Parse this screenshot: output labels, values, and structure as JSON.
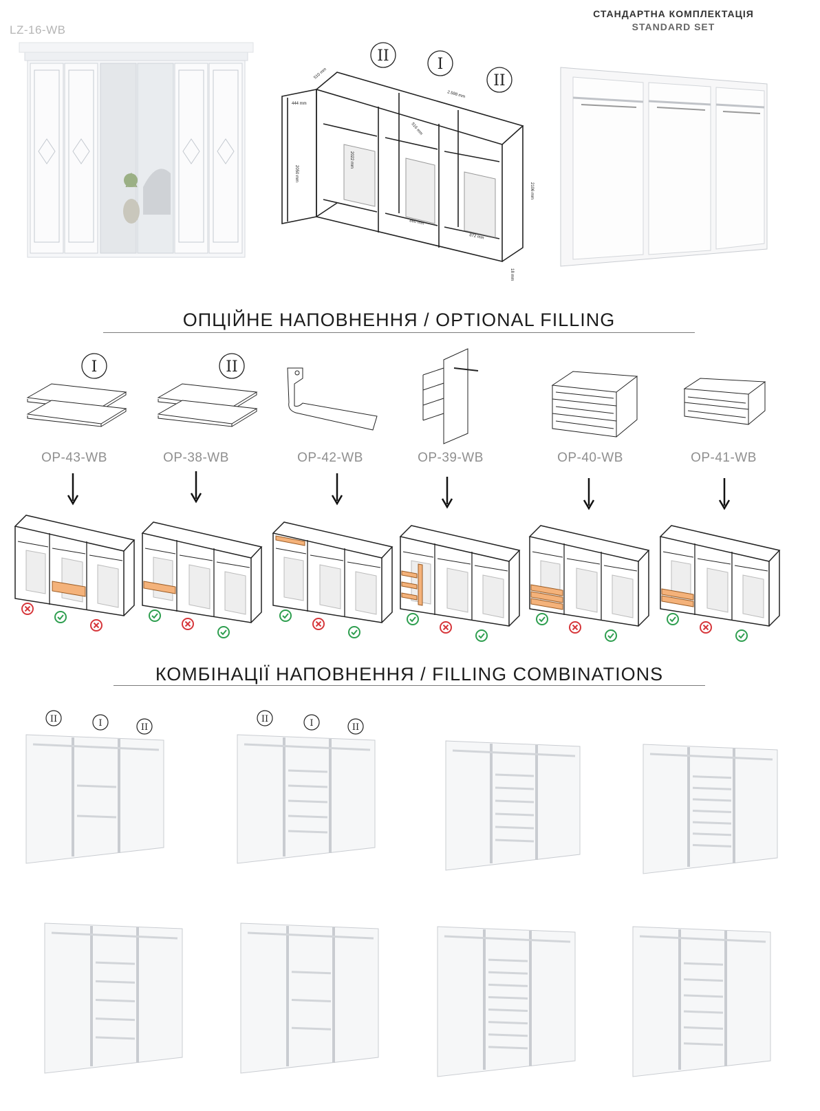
{
  "product": {
    "code": "LZ-16-WB"
  },
  "standard_set": {
    "title_uk": "СТАНДАРТНА КОМПЛЕКТАЦІЯ",
    "title_en": "STANDARD SET"
  },
  "scheme": {
    "sections": [
      "II",
      "I",
      "II"
    ],
    "dimensions": {
      "depth": "510 mm",
      "width": "2.588 mm",
      "door_width": "444 mm",
      "door_height": "2050 mm",
      "inner_depth": "516 mm",
      "inner_height": "2022 mm",
      "inner_width_center": "860 mm",
      "inner_width_side": "872 mm",
      "total_height": "2106 mm",
      "plinth": "18 mm"
    }
  },
  "optional_filling": {
    "title": "ОПЦІЙНЕ НАПОВНЕННЯ / OPTIONAL FILLING",
    "options": [
      {
        "code": "OP-43-WB",
        "badge": "I",
        "fit": [
          "no",
          "yes",
          "no"
        ]
      },
      {
        "code": "OP-38-WB",
        "badge": "II",
        "fit": [
          "yes",
          "no",
          "yes"
        ]
      },
      {
        "code": "OP-42-WB",
        "badge": "",
        "fit": [
          "yes",
          "no",
          "yes"
        ]
      },
      {
        "code": "OP-39-WB",
        "badge": "",
        "fit": [
          "yes",
          "no",
          "yes"
        ]
      },
      {
        "code": "OP-40-WB",
        "badge": "",
        "fit": [
          "yes",
          "no",
          "yes"
        ]
      },
      {
        "code": "OP-41-WB",
        "badge": "",
        "fit": [
          "yes",
          "no",
          "yes"
        ]
      }
    ],
    "colors": {
      "accent": "#f4b27a",
      "ok": "#2e9e4f",
      "no": "#d6363a"
    }
  },
  "filling_combinations": {
    "title": "КОМБІНАЦІЇ НАПОВНЕННЯ / FILLING COMBINATIONS",
    "badges": [
      "II",
      "I",
      "II"
    ]
  }
}
